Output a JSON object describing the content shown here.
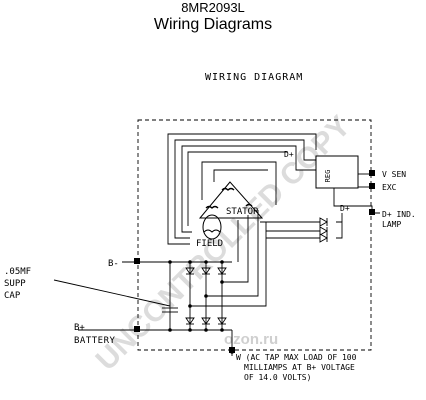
{
  "header": {
    "model": "8MR2093L",
    "subtitle": "Wiring Diagrams"
  },
  "diagram": {
    "title": "WIRING DIAGRAM",
    "labels": {
      "v_sen": "V SEN",
      "exc": "EXC",
      "reg": "REG",
      "d_plus_top": "D+",
      "d_plus": "D+",
      "d_plus_ind": "D+ IND.",
      "lamp": "LAMP",
      "stator": "STATOR",
      "field": "FIELD",
      "b_minus": "B-",
      "supp_cap_1": ".05MF",
      "supp_cap_2": "SUPP",
      "supp_cap_3": "CAP",
      "b_plus": "B+",
      "battery": "BATTERY",
      "w_note_1": "W (AC TAP MAX LOAD OF 100",
      "w_note_2": "MILLIAMPS AT B+ VOLTAGE",
      "w_note_3": "OF 14.0 VOLTS)"
    }
  },
  "watermark": {
    "text": "UNCONTROLLED COPY",
    "site": "ozon.ru"
  },
  "colors": {
    "ink": "#000000",
    "watermark": "#d9d9d9"
  }
}
